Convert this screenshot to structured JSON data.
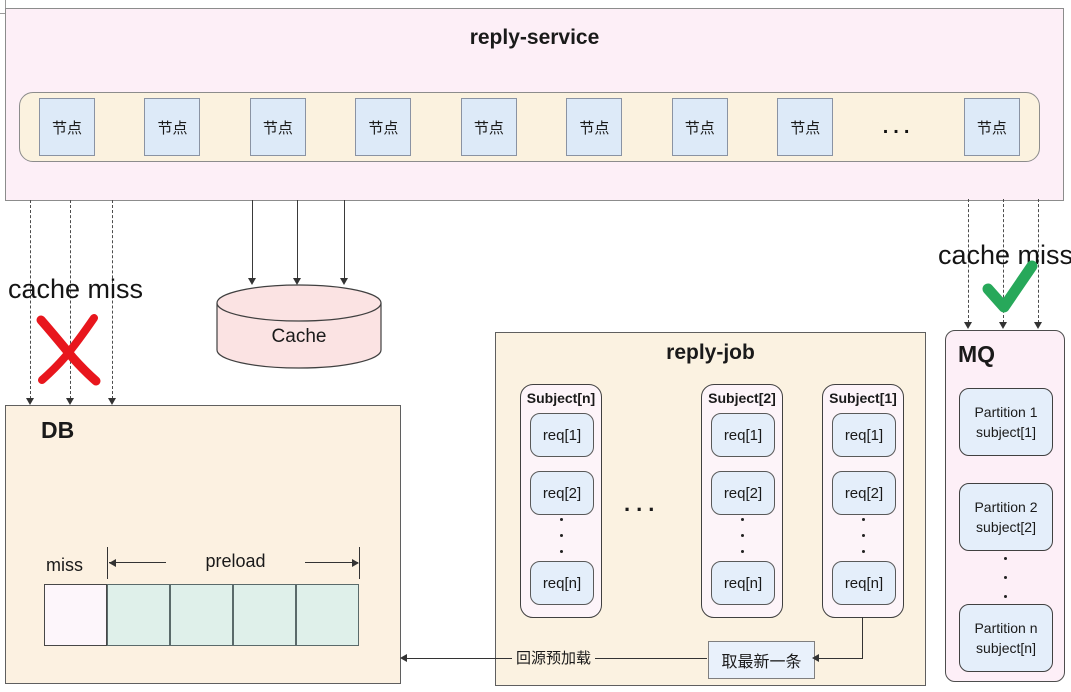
{
  "reply_service": {
    "title": "reply-service",
    "node_label": "节点",
    "ellipsis": "..."
  },
  "flows": {
    "cache_miss_left": "cache miss",
    "cache_miss_right": "cache miss"
  },
  "cache": {
    "label": "Cache"
  },
  "db": {
    "title": "DB",
    "miss_label": "miss",
    "preload_label": "preload"
  },
  "reply_job": {
    "title": "reply-job",
    "ellipsis": "...",
    "subjects": [
      {
        "label": "Subject[n]"
      },
      {
        "label": "Subject[2]"
      },
      {
        "label": "Subject[1]"
      }
    ],
    "req_labels": [
      "req[1]",
      "req[2]",
      "req[n]"
    ],
    "fetch_latest": "取最新一条",
    "preload_source": "回源预加载"
  },
  "mq": {
    "title": "MQ",
    "partitions": [
      {
        "line1": "Partition 1",
        "line2": "subject[1]"
      },
      {
        "line1": "Partition 2",
        "line2": "subject[2]"
      },
      {
        "line1": "Partition n",
        "line2": "subject[n]"
      }
    ]
  },
  "colors": {
    "service_bg": "#fdeff7",
    "node_strip_bg": "#fbf2df",
    "node_blue": "#ddeaf8",
    "cache_pink": "#fbe3e3",
    "db_cream": "#fcf1e1",
    "miss_cell": "#fdf6fb",
    "preload_cell": "#dff0ea",
    "job_cream": "#fbf2e1",
    "subject_bg": "#fdf4f9",
    "req_blue": "#e4eefa",
    "mq_bg": "#fdeff7",
    "partition_blue": "#e4eefa",
    "x_red": "#e8161d",
    "check_green": "#27a85a"
  }
}
